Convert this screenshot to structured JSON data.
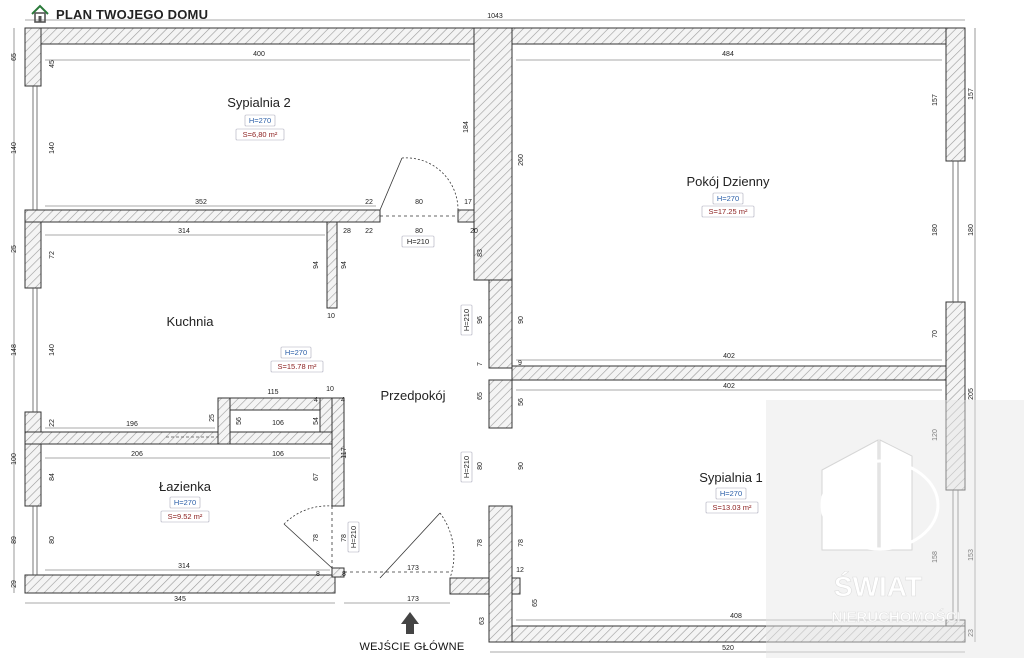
{
  "header": {
    "title": "PLAN TWOJEGO DOMU"
  },
  "rooms": [
    {
      "name": "Sypialnia 2",
      "height": "H=270",
      "area": "S=6,80 m²"
    },
    {
      "name": "Pokój Dzienny",
      "height": "H=270",
      "area": "S=17.25 m²"
    },
    {
      "name": "Kuchnia",
      "height": "H=270",
      "area": "S=15.78 m²"
    },
    {
      "name": "Przedpokój"
    },
    {
      "name": "Łazienka",
      "height": "H=270",
      "area": "S=9.52 m²"
    },
    {
      "name": "Sypialnia 1",
      "height": "H=270",
      "area": "S=13.03 m²"
    }
  ],
  "doors": [
    "H=210",
    "H=210",
    "H=210",
    "H=210"
  ],
  "entry_label": "WEJŚCIE GŁÓWNE",
  "watermark": {
    "line1": "ŚWIAT",
    "line2": "NIERUCHOMOŚCI"
  },
  "dimensions": {
    "top_total": "1043",
    "bed2_top": "400",
    "living_top": "484",
    "bed2_bottom": "352",
    "kitchen_top": "314",
    "d22a": "22",
    "d80a": "80",
    "d17": "17",
    "d28": "28",
    "d22b": "22",
    "d80b": "80",
    "d20": "20",
    "d94a": "94",
    "d94b": "94",
    "d10a": "10",
    "living_bottom": "402",
    "bed1_top": "402",
    "d115": "115",
    "d10b": "10",
    "d4a": "4",
    "d4b": "4",
    "d196": "196",
    "d106a": "106",
    "d106b": "106",
    "d206": "206",
    "d56": "56",
    "d54": "54",
    "d25b": "25",
    "d117": "117",
    "d67": "67",
    "bath_bottom": "314",
    "d173a": "173",
    "d173b": "173",
    "d345": "345",
    "d78a": "78",
    "d78b": "78",
    "d8a": "8",
    "d8b": "8",
    "bed1_bottom": "408",
    "bottom_total": "520",
    "d12": "12",
    "l65": "65",
    "l45": "45",
    "l140a": "140",
    "l25": "25",
    "l72": "72",
    "l148": "148",
    "l140b": "140",
    "l22": "22",
    "l100": "100",
    "l84": "84",
    "l89": "89",
    "l80": "80",
    "l29": "29",
    "c184": "184",
    "c260": "260",
    "c83": "83",
    "c96": "96",
    "c90a": "90",
    "c7": "7",
    "c65": "65",
    "c56": "56",
    "c80": "80",
    "c90b": "90",
    "c78a": "78",
    "c78b": "78",
    "c65b": "65",
    "c63": "63",
    "c9": "9",
    "r157a": "157",
    "r157b": "157",
    "r180a": "180",
    "r180b": "180",
    "r70": "70",
    "r205": "205",
    "r120": "120",
    "r158": "158",
    "r153": "153",
    "r23": "23"
  }
}
